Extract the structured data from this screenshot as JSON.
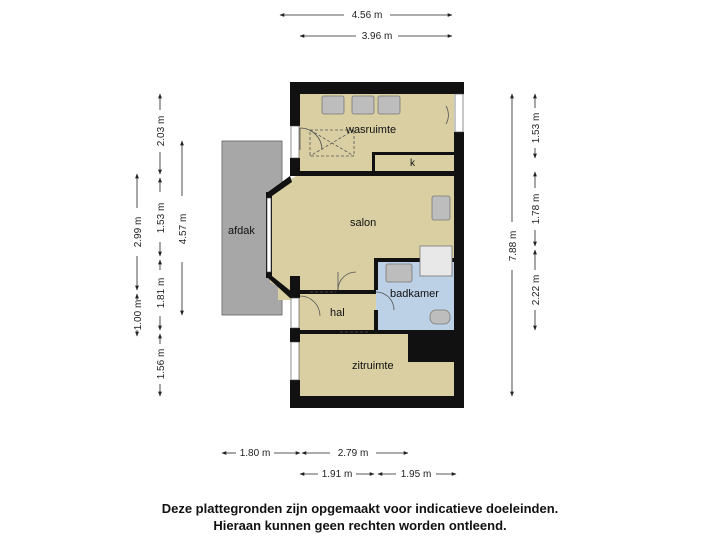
{
  "rooms": {
    "wasruimte": "wasruimte",
    "k": "k",
    "salon": "salon",
    "afdak": "afdak",
    "badkamer": "badkamer",
    "hal": "hal",
    "zitruimte": "zitruimte"
  },
  "dimensions": {
    "top_outer": "4.56 m",
    "top_inner": "3.96 m",
    "left_a": "2.03 m",
    "left_b": "1.53 m",
    "left_c": "1.81 m",
    "left_d": "1.56 m",
    "left_total": "4.57 m",
    "left_outer_a": "2.99 m",
    "left_outer_b": "1.00 m",
    "right_total": "7.88 m",
    "right_a": "1.53 m",
    "right_b": "1.78 m",
    "right_c": "2.22 m",
    "bottom_a": "1.80 m",
    "bottom_b": "2.79 m",
    "bottom_c": "1.91 m",
    "bottom_d": "1.95 m"
  },
  "colors": {
    "room_fill": "#d9cfa3",
    "bathroom_fill": "#bcd0e6",
    "afdak_fill": "#a7a7a7",
    "wall": "#111111"
  },
  "disclaimer": {
    "line1": "Deze plattegronden zijn opgemaakt voor indicatieve doeleinden.",
    "line2": "Hieraan kunnen geen rechten worden ontleend."
  }
}
